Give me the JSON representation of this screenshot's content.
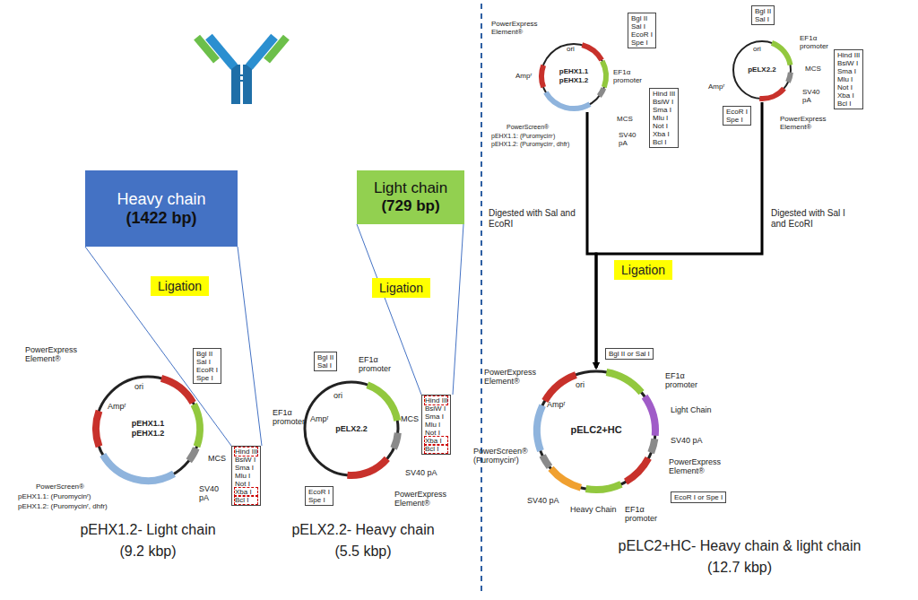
{
  "diagram": {
    "nodes": [
      {
        "text": [
          "Heavy chain",
          "(1422 bp)"
        ]
      },
      {
        "text": [
          "Ligation"
        ]
      },
      {
        "text": [
          "Light chain",
          "(729 bp)"
        ]
      },
      {
        "text": [
          "Ligation"
        ]
      },
      {
        "text": [
          "pEHX1.1 pEHX1.2"
        ]
      },
      {
        "text": [
          "Bgl II",
          "Sal I",
          "EcoR I",
          "Spe I"
        ]
      },
      {
        "text": [
          "Hind III",
          "BsiW I",
          "Sma I",
          "Mlu I",
          "Not I",
          "Xba I",
          "Bcl I"
        ]
      },
      {
        "text": [
          "pELX2.2"
        ]
      },
      {
        "text": [
          "Bgl II",
          "Sal I"
        ]
      },
      {
        "text": [
          "Hind III",
          "BsiW I",
          "Sma I",
          "Mlu I",
          "Not I",
          "Xba I",
          "Bcl I"
        ]
      },
      {
        "text": [
          "EcoR I",
          "Spe I"
        ]
      },
      {
        "text": [
          "pEHX1.1 pEHX1.2"
        ]
      },
      {
        "text": [
          "Bgl II",
          "Sal I",
          "EcoR I",
          "Spe I"
        ]
      },
      {
        "text": [
          "Hind III",
          "BsiW I",
          "Sma I",
          "Mlu I",
          "Not I",
          "Xba I",
          "Bcl I"
        ]
      },
      {
        "text": [
          "pELX2.2"
        ]
      },
      {
        "text": [
          "Bgl II",
          "Sal I"
        ]
      },
      {
        "text": [
          "Hind III",
          "BsiW I",
          "Sma I",
          "Mlu I",
          "Not I",
          "Xba I",
          "Bcl I"
        ]
      },
      {
        "text": [
          "EcoR I",
          "Spe I"
        ]
      },
      {
        "text": [
          "Ligation"
        ]
      },
      {
        "text": [
          "pELC2+HC"
        ]
      },
      {
        "text": [
          "Bgl II or Sal I"
        ]
      },
      {
        "text": [
          "EcoR I or Spe I"
        ]
      }
    ],
    "edges": [
      {
        "from": 11,
        "to": 19,
        "arrow": "to"
      },
      {
        "from": 14,
        "to": 19,
        "arrow": "to"
      }
    ],
    "labels": [
      "PowerExpress Element®",
      "ori",
      "Ampʳ",
      "EF1α promoter",
      "MCS",
      "SV40 pA",
      "PowerScreen®",
      "pEHX1.1: (Puromycinʳ)",
      "pEHX1.2: (Puromycinʳ, dhfr)",
      "pEHX1.2- Light chain",
      "(9.2 kbp)",
      "ori",
      "Ampʳ",
      "EF1α promoter",
      "MCS",
      "SV40 pA",
      "PowerExpress Element®",
      "pELX2.2- Heavy chain",
      "(5.5 kbp)",
      "PowerExpress Element®",
      "ori",
      "Ampʳ",
      "EF1α promoter",
      "MCS",
      "SV40 pA",
      "PowerScreen®",
      "pEHX1.1: (Puromycinʳ)",
      "pEHX1.2: (Puromycinʳ, dhfr)",
      "Digested with Sal and EcoRI",
      "ori",
      "Ampʳ",
      "EF1α promoter",
      "MCS",
      "SV40 pA",
      "PowerExpress Element®",
      "Digested with Sal I and EcoRI",
      "PowerExpress Element®",
      "ori",
      "Ampʳ",
      "EF1α promoter",
      "Light Chain",
      "SV40 pA",
      "PowerExpress Element®",
      "PowerScreen® (Puromycinʳ)",
      "SV40 pA",
      "EF1α promoter",
      "Heavy Chain",
      "pELC2+HC- Heavy chain & light chain",
      "(12.7 kbp)"
    ]
  }
}
